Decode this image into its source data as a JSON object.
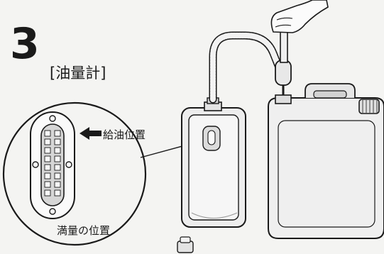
{
  "step": {
    "number": "3"
  },
  "section": {
    "title": "[油量計]"
  },
  "gauge": {
    "fill_position_label": "給油位置",
    "full_level_label": "満量の位置"
  },
  "colors": {
    "ink": "#1a1a1a",
    "paper": "#f4f4f2",
    "shade": "#c8c8c8",
    "light_shade": "#e2e2e2"
  },
  "icons": [
    "arrow-left-icon",
    "hand-icon",
    "pump-icon"
  ]
}
